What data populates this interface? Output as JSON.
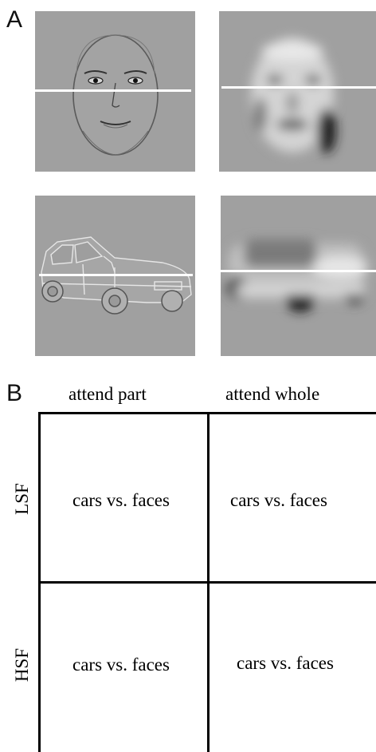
{
  "panel_a": {
    "label": "A"
  },
  "panel_b": {
    "label": "B",
    "columns": [
      "attend part",
      "attend whole"
    ],
    "rows": [
      "LSF",
      "HSF"
    ],
    "cells": [
      [
        "cars vs. faces",
        "cars vs. faces"
      ],
      [
        "cars vs. faces",
        "cars vs. faces"
      ]
    ]
  },
  "colors": {
    "background": "#ffffff",
    "image_gray": "#a0a0a0",
    "grid": "#000000",
    "fixation_line": "#ffffff"
  }
}
